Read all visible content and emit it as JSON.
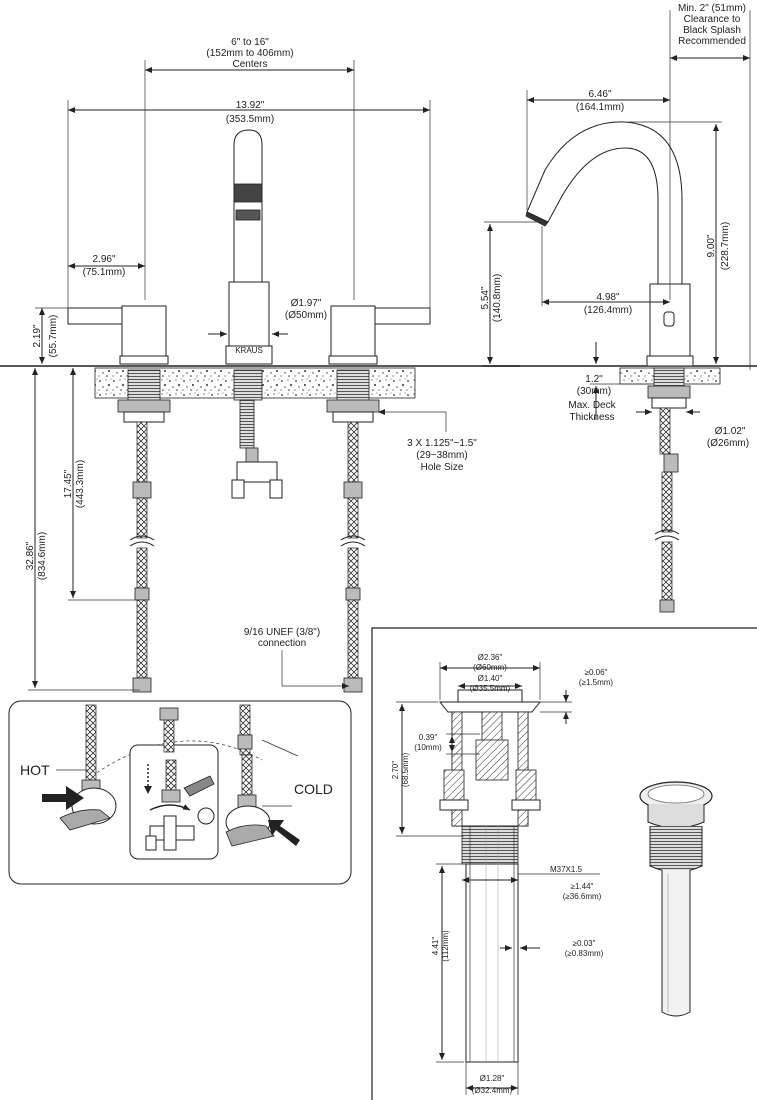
{
  "front_view": {
    "spread": {
      "imperial": "6\" to 16\"",
      "metric": "(152mm to 406mm)",
      "note": "Centers"
    },
    "overall_width": {
      "imperial": "13.92\"",
      "metric": "(353.5mm)"
    },
    "handle_length": {
      "imperial": "2.96\"",
      "metric": "(75.1mm)"
    },
    "handle_height": {
      "imperial": "2.19\"",
      "metric": "(55.7mm)"
    },
    "spout_base_diameter": {
      "imperial": "Ø1.97\"",
      "metric": "(Ø50mm)"
    },
    "hose_length_short": {
      "imperial": "17.45\"",
      "metric": "(443.3mm)"
    },
    "hose_length_long": {
      "imperial": "32.86\"",
      "metric": "(834.6mm)"
    },
    "hole_size": {
      "line1": "3 X 1.125\"~1.5\"",
      "line2": "(29~38mm)",
      "line3": "Hole Size"
    },
    "connection": {
      "line1": "9/16 UNEF (3/8\")",
      "line2": "connection"
    },
    "brand_mark": "KRAUS"
  },
  "side_view": {
    "clearance": {
      "line1": "Min. 2\" (51mm)",
      "line2": "Clearance to",
      "line3": "Black Splash",
      "line4": "Recommended"
    },
    "spout_reach_total": {
      "imperial": "6.46\"",
      "metric": "(164.1mm)"
    },
    "spout_height": {
      "imperial": "9.00\"",
      "metric": "(228.7mm)"
    },
    "spout_reach": {
      "imperial": "4.98\"",
      "metric": "(126.4mm)"
    },
    "spout_outlet_height": {
      "imperial": "5.54\"",
      "metric": "(140.8mm)"
    },
    "deck_thickness": {
      "imperial": "1.2\"",
      "metric": "(30mm)",
      "line3": "Max. Deck",
      "line4": "Thickness"
    },
    "shank_diameter": {
      "imperial": "Ø1.02\"",
      "metric": "(Ø26mm)"
    }
  },
  "inset": {
    "hot_label": "HOT",
    "cold_label": "COLD"
  },
  "drain": {
    "flange_diameter": {
      "imperial": "Ø2.36\"",
      "metric": "(Ø60mm)"
    },
    "cap_diameter": {
      "imperial": "Ø1.40\"",
      "metric": "(Ø35.5mm)"
    },
    "flange_height": {
      "imperial": "≥0.06\"",
      "metric": "(≥1.5mm)"
    },
    "cap_height": {
      "imperial": "0.39\"",
      "metric": "(10mm)"
    },
    "body_height": {
      "imperial": "2.70\"",
      "metric": "(68.5mm)"
    },
    "thread": "M37X1.5",
    "thread_diameter": {
      "imperial": "≥1.44\"",
      "metric": "(≥36.6mm)"
    },
    "tail_length": {
      "imperial": "4.41\"",
      "metric": "(112mm)"
    },
    "wall_thickness": {
      "imperial": "≥0.03\"",
      "metric": "(≥0.83mm)"
    },
    "tail_diameter": {
      "imperial": "Ø1.28\"",
      "metric": "(Ø32.4mm)"
    }
  }
}
